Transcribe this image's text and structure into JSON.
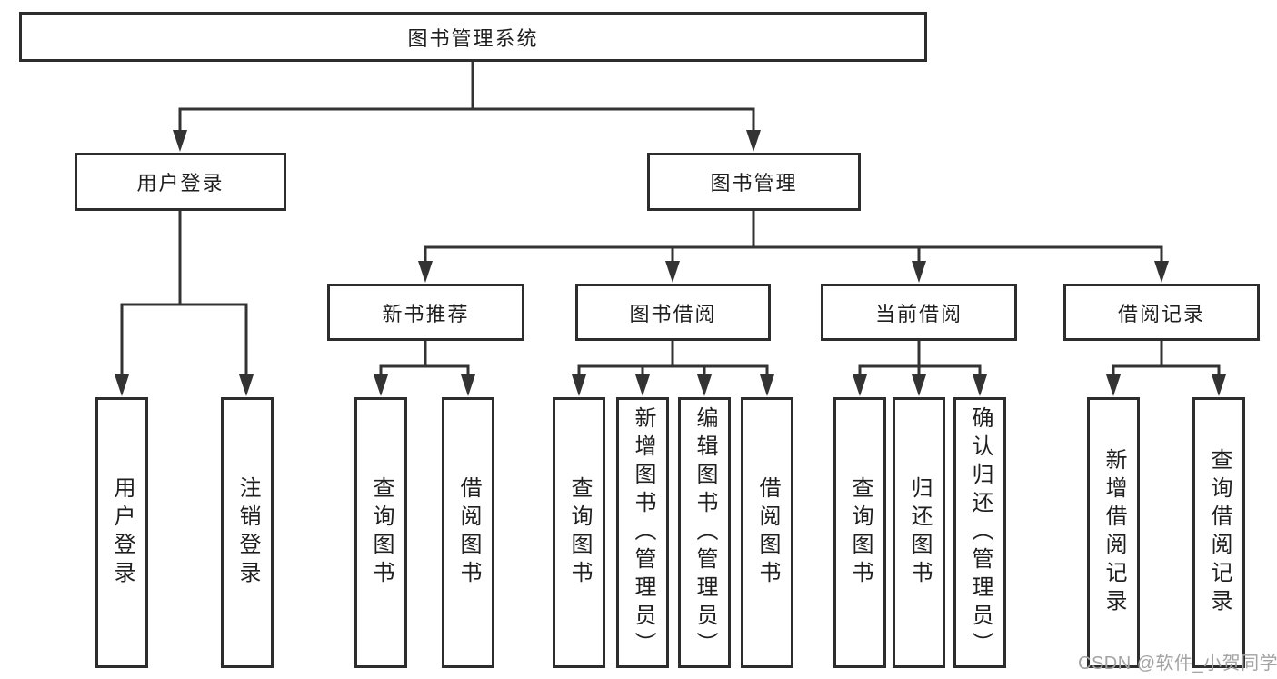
{
  "diagram": {
    "type": "tree",
    "title": "图书管理系统",
    "colors": {
      "background": "#ffffff",
      "line": "#333333",
      "box_border": "#2d2d2d",
      "text": "#1f1f1f",
      "watermark": "#a3a3a3"
    },
    "nodes": {
      "root": {
        "label": "图书管理系统"
      },
      "level2": [
        {
          "label": "用户登录",
          "parent": "图书管理系统"
        },
        {
          "label": "图书管理",
          "parent": "图书管理系统"
        }
      ],
      "level3": [
        {
          "label": "新书推荐",
          "parent": "图书管理"
        },
        {
          "label": "图书借阅",
          "parent": "图书管理"
        },
        {
          "label": "当前借阅",
          "parent": "图书管理"
        },
        {
          "label": "借阅记录",
          "parent": "图书管理"
        }
      ],
      "leaves": [
        {
          "label": "用户登录",
          "parent": "用户登录"
        },
        {
          "label": "注销登录",
          "parent": "用户登录"
        },
        {
          "label": "查询图书",
          "parent": "新书推荐"
        },
        {
          "label": "借阅图书",
          "parent": "新书推荐"
        },
        {
          "label": "查询图书",
          "parent": "图书借阅"
        },
        {
          "label": "新增图书（管理员）",
          "parent": "图书借阅"
        },
        {
          "label": "编辑图书（管理员）",
          "parent": "图书借阅"
        },
        {
          "label": "借阅图书",
          "parent": "图书借阅"
        },
        {
          "label": "查询图书",
          "parent": "当前借阅"
        },
        {
          "label": "归还图书",
          "parent": "当前借阅"
        },
        {
          "label": "确认归还（管理员）",
          "parent": "当前借阅"
        },
        {
          "label": "新增借阅记录",
          "parent": "借阅记录"
        },
        {
          "label": "查询借阅记录",
          "parent": "借阅记录"
        }
      ]
    },
    "watermark": "CSDN @软件_小贺同学"
  }
}
